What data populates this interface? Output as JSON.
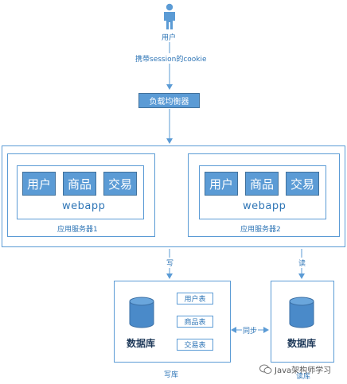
{
  "user": {
    "label": "用户",
    "icon": "person-icon"
  },
  "request_note": "携带session的cookie",
  "load_balancer": "负载均衡器",
  "servers": [
    {
      "label": "应用服务器1",
      "modules": [
        "用户",
        "商品",
        "交易"
      ],
      "app_name": "webapp"
    },
    {
      "label": "应用服务器2",
      "modules": [
        "用户",
        "商品",
        "交易"
      ],
      "app_name": "webapp"
    }
  ],
  "write_label": "写",
  "read_label": "读",
  "master_db": {
    "name": "数据库",
    "tables": [
      "用户表",
      "商品表",
      "交易表"
    ],
    "caption": "写库"
  },
  "replica_db": {
    "name": "数据库",
    "caption": "读库"
  },
  "sync_label": "同步",
  "watermark": "Java架构师学习",
  "colors": {
    "accent": "#5b9bd5",
    "border": "#41719c",
    "text": "#2e75b6"
  }
}
